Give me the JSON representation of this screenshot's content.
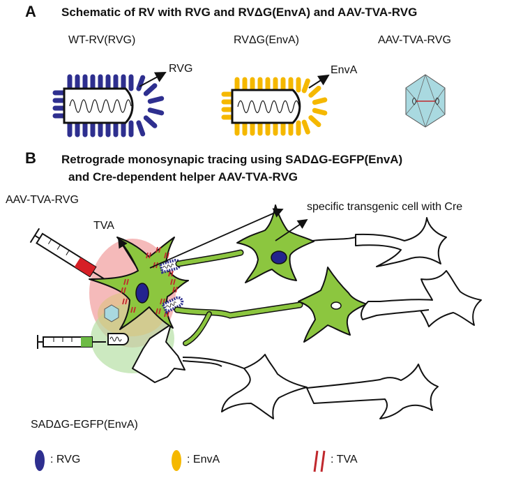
{
  "panel_a": {
    "letter": "A",
    "title": "Schematic of RV with RVG and RVΔG(EnvA) and AAV-TVA-RVG",
    "virus_labels": [
      "WT-RV(RVG)",
      "RVΔG(EnvA)",
      "AAV-TVA-RVG"
    ],
    "protein_labels": [
      "RVG",
      "EnvA"
    ]
  },
  "panel_b": {
    "letter": "B",
    "title_line1": "Retrograde monosynapic tracing using SADΔG-EGFP(EnvA)",
    "title_line2": "and Cre-dependent helper AAV-TVA-RVG",
    "aav_label": "AAV-TVA-RVG",
    "tva_label": "TVA",
    "cell_label": "specific transgenic cell with Cre",
    "sad_label": "SADΔG-EGFP(EnvA)"
  },
  "legend": [
    {
      "icon": "rvg-spike-icon",
      "text": ": RVG",
      "color": "#2e2f8f"
    },
    {
      "icon": "enva-spike-icon",
      "text": ": EnvA",
      "color": "#f5b800"
    },
    {
      "icon": "tva-receptor-icon",
      "text": ": TVA",
      "color": "#c0282d"
    }
  ],
  "colors": {
    "rvg": "#2e2f8f",
    "enva": "#f5b800",
    "tva": "#c0282d",
    "neuron_green": "#8cc63f",
    "nucleus_blue": "#23238e",
    "aav_capsid": "#a9d9e0",
    "injection_red": "#f2a3a3",
    "injection_green": "#b6dfa5"
  }
}
